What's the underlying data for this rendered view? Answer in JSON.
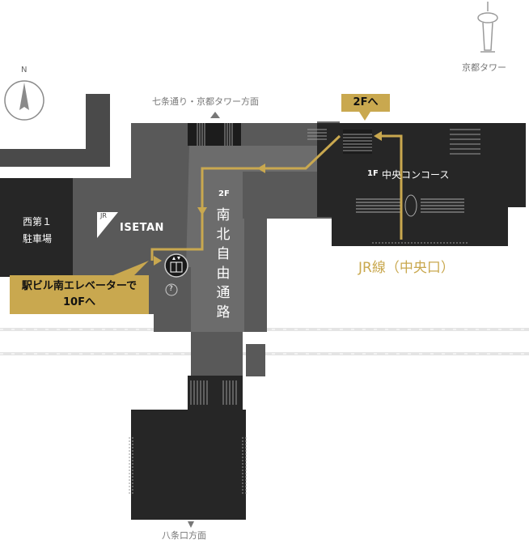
{
  "colors": {
    "floor_dark": "#262626",
    "floor_mid": "#555555",
    "floor_light": "#6b6b6b",
    "route_gold": "#c9a84f",
    "text_grey": "#777777",
    "rail_grey": "#dddddd"
  },
  "compass": {
    "letter": "N",
    "icon": "compass-icon"
  },
  "landmarks": {
    "kyoto_tower": "京都タワー",
    "north_direction": "七条通り・京都タワー方面",
    "south_direction": "八条口方面"
  },
  "areas": {
    "parking": "西第１\n駐車場",
    "concourse_floor": "1F",
    "concourse": "中央コンコース",
    "corridor_floor": "2F",
    "corridor_name": "南\n北\n自\n由\n通\n路",
    "isetan_mark": "JR",
    "isetan_name": "ISETAN"
  },
  "route": {
    "to_2f": "2Fへ",
    "jr_line": "JR線（中央口）",
    "elevator_note": "駅ビル南エレベーターで\n10Fへ"
  },
  "icons": {
    "elevator": "elevator-icon",
    "info": "?"
  }
}
